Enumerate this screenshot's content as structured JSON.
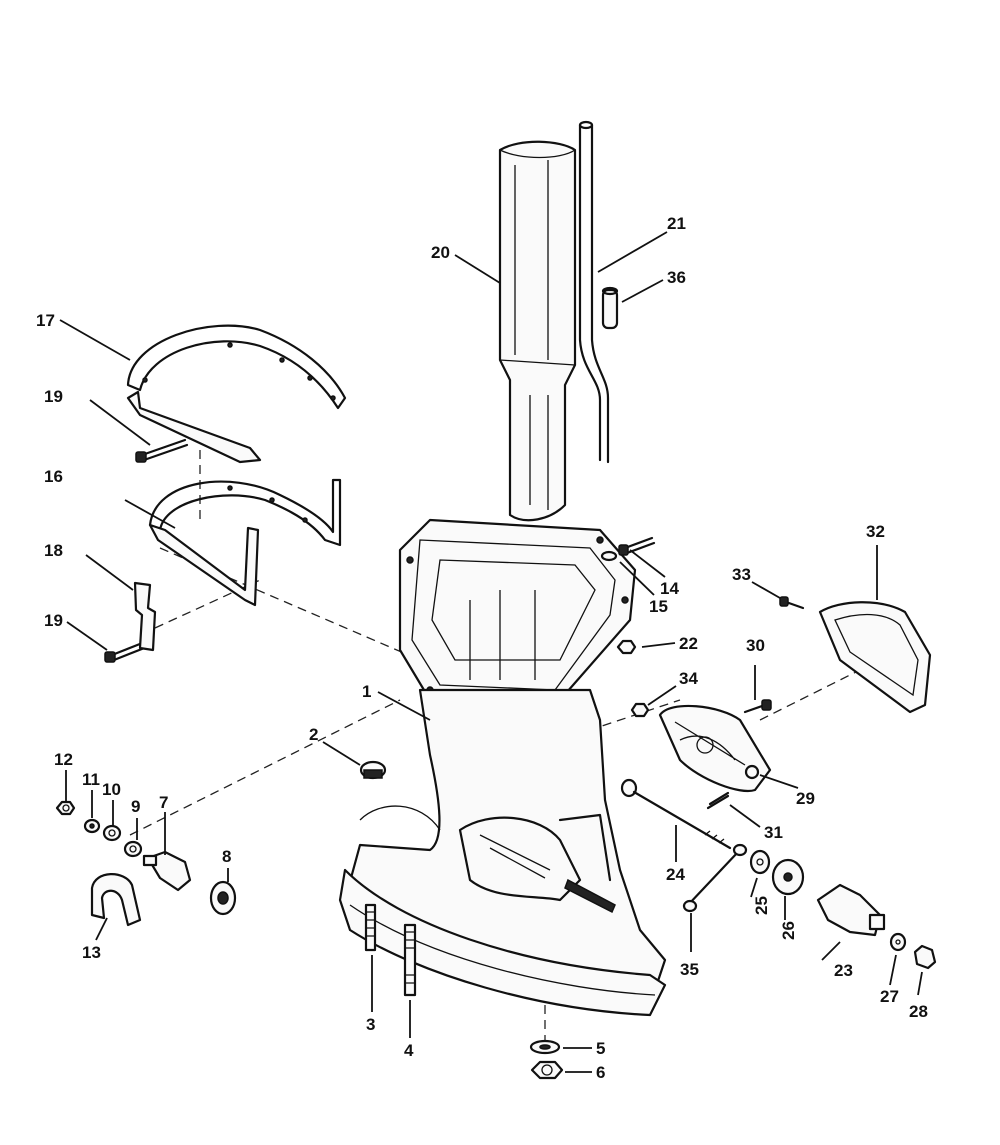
{
  "callouts": {
    "c1": "1",
    "c2": "2",
    "c3": "3",
    "c4": "4",
    "c5": "5",
    "c6": "6",
    "c7": "7",
    "c8": "8",
    "c9": "9",
    "c10": "10",
    "c11": "11",
    "c12": "12",
    "c13": "13",
    "c14": "14",
    "c15": "15",
    "c16": "16",
    "c17": "17",
    "c18": "18",
    "c19a": "19",
    "c19b": "19",
    "c20": "20",
    "c21": "21",
    "c22": "22",
    "c23": "23",
    "c24": "24",
    "c25": "25",
    "c26": "26",
    "c27": "27",
    "c28": "28",
    "c29": "29",
    "c30": "30",
    "c31": "31",
    "c32": "32",
    "c33": "33",
    "c34": "34",
    "c35": "35",
    "c36": "36"
  }
}
